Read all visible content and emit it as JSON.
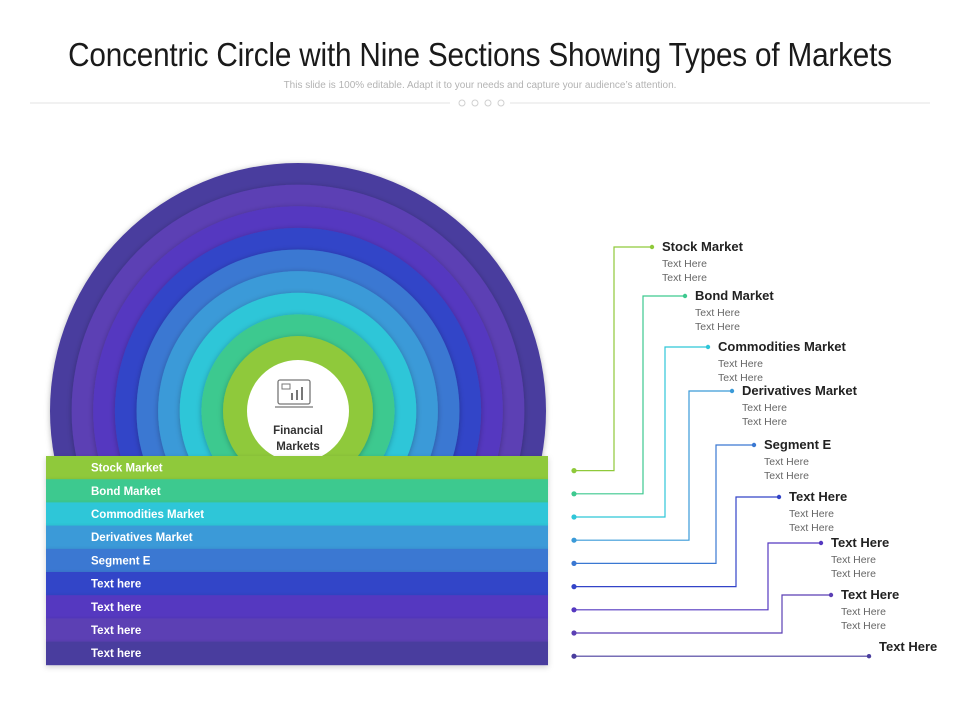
{
  "slide": {
    "title": "Concentric Circle with Nine Sections Showing Types of Markets",
    "subtitle": "This slide is 100% editable. Adapt it to your needs and capture your audience’s attention."
  },
  "center": {
    "label_line1": "Financial",
    "label_line2": "Markets",
    "icon": "financial-chart-monitor-icon"
  },
  "sections": [
    {
      "band_label": "Stock Market",
      "title": "Stock Market",
      "lines": [
        "Text Here",
        "Text Here"
      ],
      "color": "#8fc93a"
    },
    {
      "band_label": "Bond Market",
      "title": "Bond Market",
      "lines": [
        "Text Here",
        "Text Here"
      ],
      "color": "#3dc98f"
    },
    {
      "band_label": "Commodities Market",
      "title": "Commodities Market",
      "lines": [
        "Text Here",
        "Text Here"
      ],
      "color": "#2fc6d8"
    },
    {
      "band_label": "Derivatives Market",
      "title": "Derivatives Market",
      "lines": [
        "Text Here",
        "Text Here"
      ],
      "color": "#3a9ad8"
    },
    {
      "band_label": "Segment E",
      "title": "Segment E",
      "lines": [
        "Text Here",
        "Text Here"
      ],
      "color": "#3a78d2"
    },
    {
      "band_label": "Text here",
      "title": "Text Here",
      "lines": [
        "Text Here",
        "Text Here"
      ],
      "color": "#3344c8"
    },
    {
      "band_label": "Text here",
      "title": "Text Here",
      "lines": [
        "Text Here",
        "Text Here"
      ],
      "color": "#5538c0"
    },
    {
      "band_label": "Text here",
      "title": "Text Here",
      "lines": [
        "Text Here",
        "Text Here"
      ],
      "color": "#5b3fb4"
    },
    {
      "band_label": "Text here",
      "title": "Text Here",
      "lines": [],
      "color": "#4a3e9e"
    }
  ]
}
